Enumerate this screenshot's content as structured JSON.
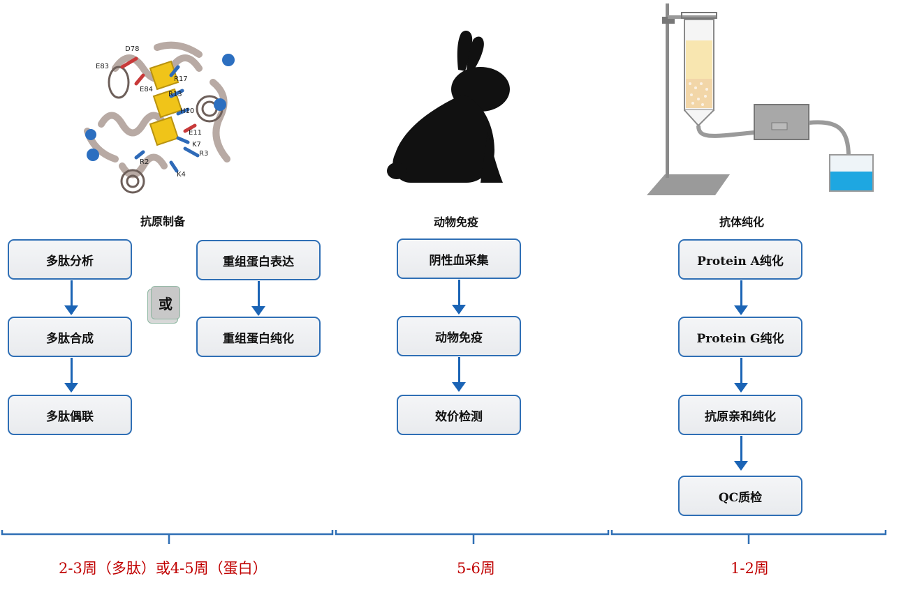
{
  "stages": [
    {
      "title": "抗原制备",
      "left_column": [
        "多肽分析",
        "多肽合成",
        "多肽偶联"
      ],
      "or_label": "或",
      "right_column": [
        "重组蛋白表达",
        "重组蛋白纯化"
      ],
      "duration": "2-3周（多肽）或4-5周（蛋白）"
    },
    {
      "title": "动物免疫",
      "steps": [
        "阴性血采集",
        "动物免疫",
        "效价检测"
      ],
      "duration": "5-6周"
    },
    {
      "title": "抗体纯化",
      "steps": [
        "Protein A纯化",
        "Protein G纯化",
        "抗原亲和纯化",
        "QC质检"
      ],
      "duration": "1-2周"
    }
  ],
  "protein_labels": [
    "D78",
    "E83",
    "R17",
    "E84",
    "R13",
    "H10",
    "E11",
    "K7",
    "R3",
    "R2",
    "K4"
  ],
  "colors": {
    "box_border": "#2f6fb5",
    "arrow": "#1b64b5",
    "duration_text": "#c00000",
    "timeline": "#2f6fb5"
  }
}
